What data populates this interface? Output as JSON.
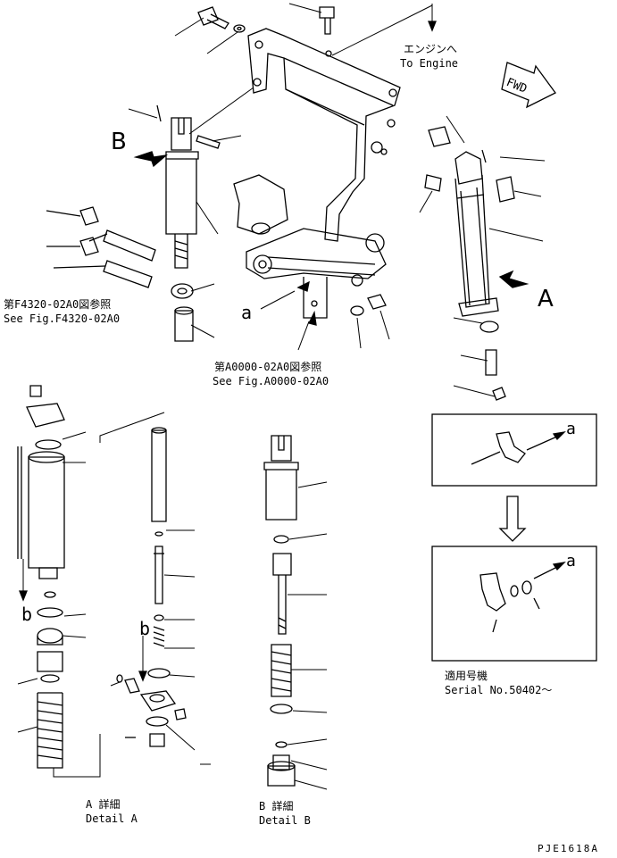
{
  "labels": {
    "to_engine_jp": "エンジンへ",
    "to_engine_en": "To Engine",
    "fwd": "FWD",
    "callout_B": "B",
    "callout_A": "A",
    "callout_a_main": "a",
    "ref_f4320_jp": "第F4320-02A0図参照",
    "ref_f4320_en": "See Fig.F4320-02A0",
    "ref_a0000_jp": "第A0000-02A0図参照",
    "ref_a0000_en": "See Fig.A0000-02A0",
    "inset1_a": "a",
    "inset2_a": "a",
    "serial_jp": "適用号機",
    "serial_en": "Serial No.50402～",
    "detailA_b1": "b",
    "detailA_b2": "b",
    "detailA_jp": "A 詳細",
    "detailA_en": "Detail A",
    "detailB_jp": "B 詳細",
    "detailB_en": "Detail B",
    "figure_id": "PJE1618A"
  },
  "icons": [
    "fwd-arrow-icon",
    "flow-down-arrow-icon",
    "callout-arrow-icon"
  ]
}
